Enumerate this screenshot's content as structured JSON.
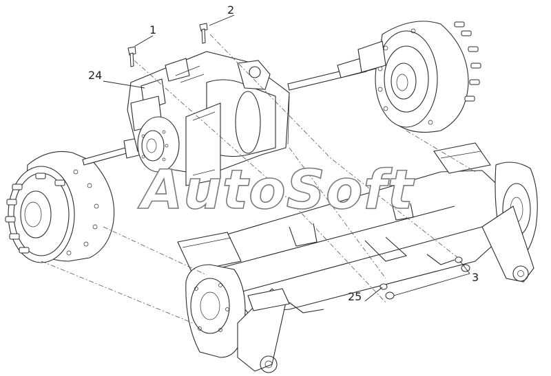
{
  "callouts": [
    {
      "id": "c1",
      "label": "1"
    },
    {
      "id": "c2",
      "label": "2"
    },
    {
      "id": "c24",
      "label": "24"
    },
    {
      "id": "c25",
      "label": "25"
    },
    {
      "id": "c3",
      "label": "3"
    }
  ],
  "watermark": "AutoSoft",
  "colors": {
    "line": "#2a2a2a",
    "background": "#ffffff",
    "watermark_outline": "#7a7a7a"
  }
}
